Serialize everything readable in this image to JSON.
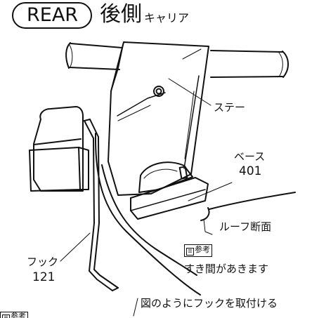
{
  "header": {
    "pill_text": "REAR",
    "title": "後側",
    "subtitle": "キャリア"
  },
  "labels": {
    "stay": "ステー",
    "base_name": "ベース",
    "base_num": "401",
    "roof_section": "ルーフ断面",
    "hook_name": "フック",
    "hook_num": "121"
  },
  "notes": {
    "ref_badge": "参考",
    "ref_badge_icon": "notepad-icon",
    "gap_note": "すき間があきます",
    "install_note": "図のようにフックを取付ける",
    "bottom_badge": "参考"
  },
  "colors": {
    "ink": "#111111",
    "paper": "#ffffff"
  }
}
